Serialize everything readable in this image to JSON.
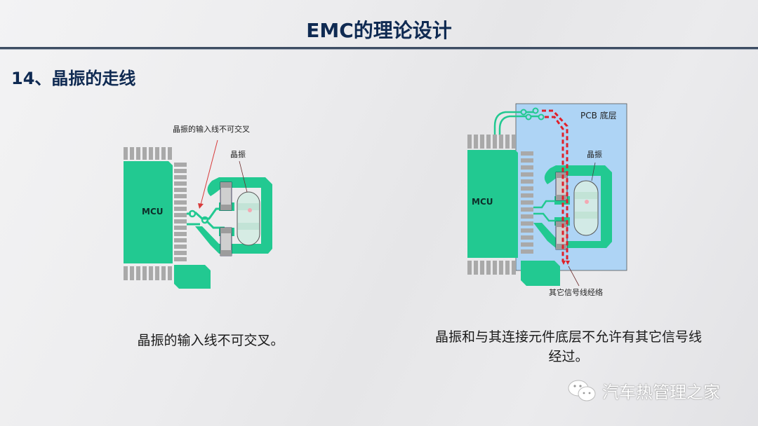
{
  "slide": {
    "title": "EMC的理论设计",
    "subtitle": "14、晶振的走线"
  },
  "left_diagram": {
    "mcu_label": "MCU",
    "crystal_label": "晶振",
    "annotation": "晶振的输入线不可交叉",
    "caption": "晶振的输入线不可交叉。"
  },
  "right_diagram": {
    "mcu_label": "MCU",
    "crystal_label": "晶振",
    "pcb_layer_label": "PCB 底层",
    "annotation": "其它信号线经络",
    "caption_line1": "晶振和与其连接元件底层不允许有其它信号线",
    "caption_line2": "经过。"
  },
  "watermark": {
    "icon": "wechat-icon",
    "text": "汽车热管理之家"
  },
  "colors": {
    "title": "#0f2a52",
    "pcb_green": "#22c991",
    "pad_gray": "#a9a9a9",
    "pcb_bottom_layer": "#aed4f5",
    "signal_red": "#e0202a"
  }
}
